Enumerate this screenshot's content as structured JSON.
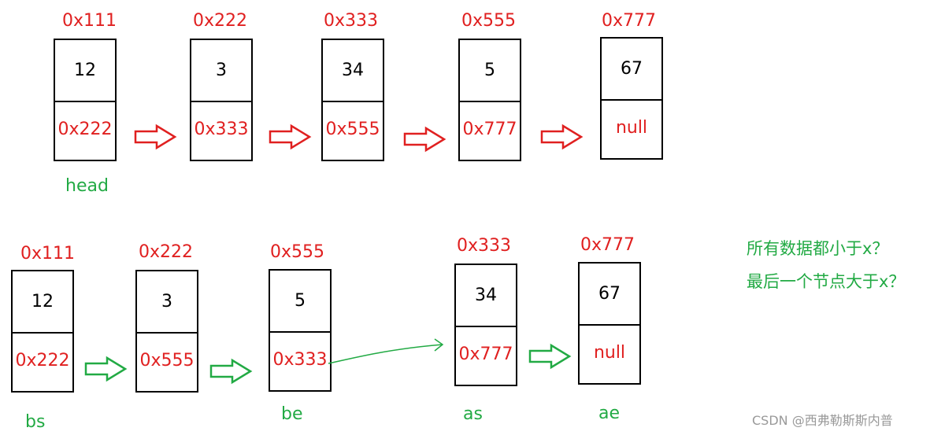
{
  "top_list": {
    "nodes": [
      {
        "addr": "0x111",
        "value": "12",
        "next": "0x222"
      },
      {
        "addr": "0x222",
        "value": "3",
        "next": "0x333"
      },
      {
        "addr": "0x333",
        "value": "34",
        "next": "0x555"
      },
      {
        "addr": "0x555",
        "value": "5",
        "next": "0x777"
      },
      {
        "addr": "0x777",
        "value": "67",
        "next": "null"
      }
    ],
    "labels": {
      "head": "head"
    }
  },
  "bottom_list": {
    "nodes": [
      {
        "addr": "0x111",
        "value": "12",
        "next": "0x222"
      },
      {
        "addr": "0x222",
        "value": "3",
        "next": "0x555"
      },
      {
        "addr": "0x555",
        "value": "5",
        "next": "0x333"
      },
      {
        "addr": "0x333",
        "value": "34",
        "next": "0x777"
      },
      {
        "addr": "0x777",
        "value": "67",
        "next": "null"
      }
    ],
    "labels": {
      "bs": "bs",
      "be": "be",
      "as": "as",
      "ae": "ae"
    }
  },
  "notes": {
    "line1": "所有数据都小于x？",
    "line2": "最后一个节点大于x？"
  },
  "watermark": "CSDN @西弗勒斯斯内普",
  "colors": {
    "address": "#e02020",
    "arrow_top": "#e02020",
    "arrow_bottom": "#22aa44",
    "label": "#22aa44"
  }
}
